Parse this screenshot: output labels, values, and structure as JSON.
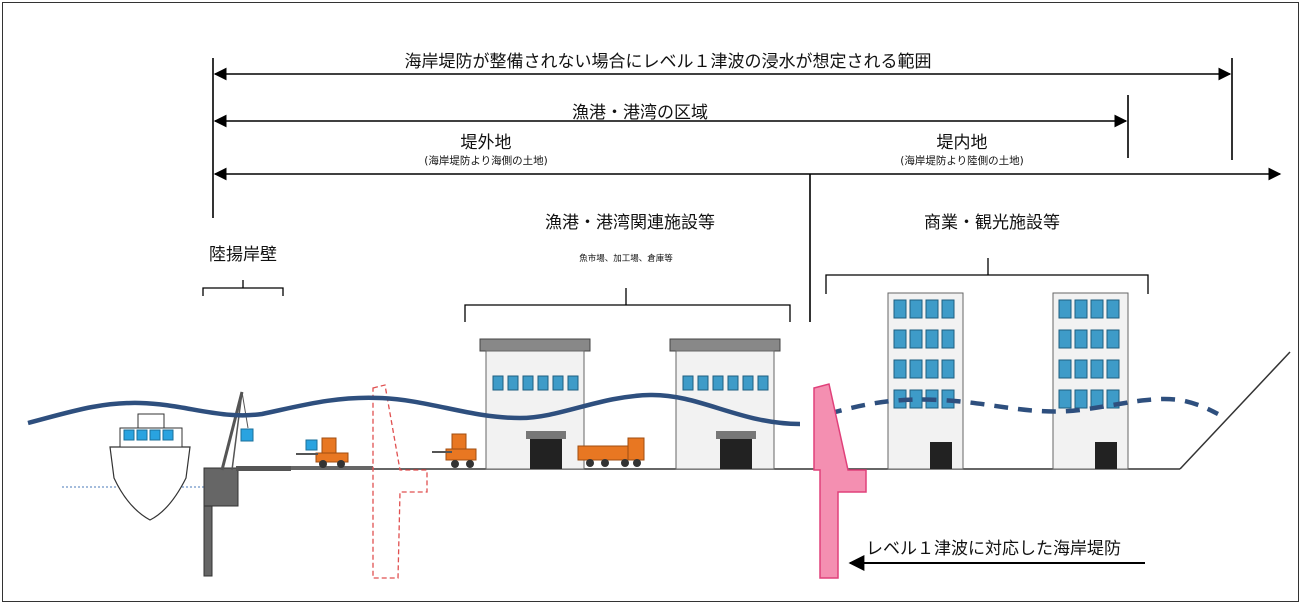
{
  "labels": {
    "inundation_range": "海岸堤防が整備されない場合にレベル１津波の浸水が想定される範囲",
    "port_area": "漁港・港湾の区域",
    "outside_levee": "堤外地",
    "outside_levee_note": "(海岸堤防より海側の土地)",
    "inside_levee": "堤内地",
    "inside_levee_note": "(海岸堤防より陸側の土地)",
    "port_facilities": "漁港・港湾関連施設等",
    "port_facilities_examples": "魚市場、加工場、倉庫等",
    "commercial_facilities": "商業・観光施設等",
    "quay": "陸揚岸壁",
    "levee_caption": "レベル１津波に対応した海岸堤防"
  },
  "colors": {
    "wave": "#2e4f7e",
    "levee": "#f48fb1",
    "levee_stroke": "#e0407a",
    "window": "#3e9bc8",
    "building_wall": "#f2f2f2",
    "roof": "#888888",
    "forklift": "#e87722",
    "truck": "#e87722",
    "crane": "#555555",
    "container": "#29a3e0",
    "dashed_levee": "#e05050"
  }
}
